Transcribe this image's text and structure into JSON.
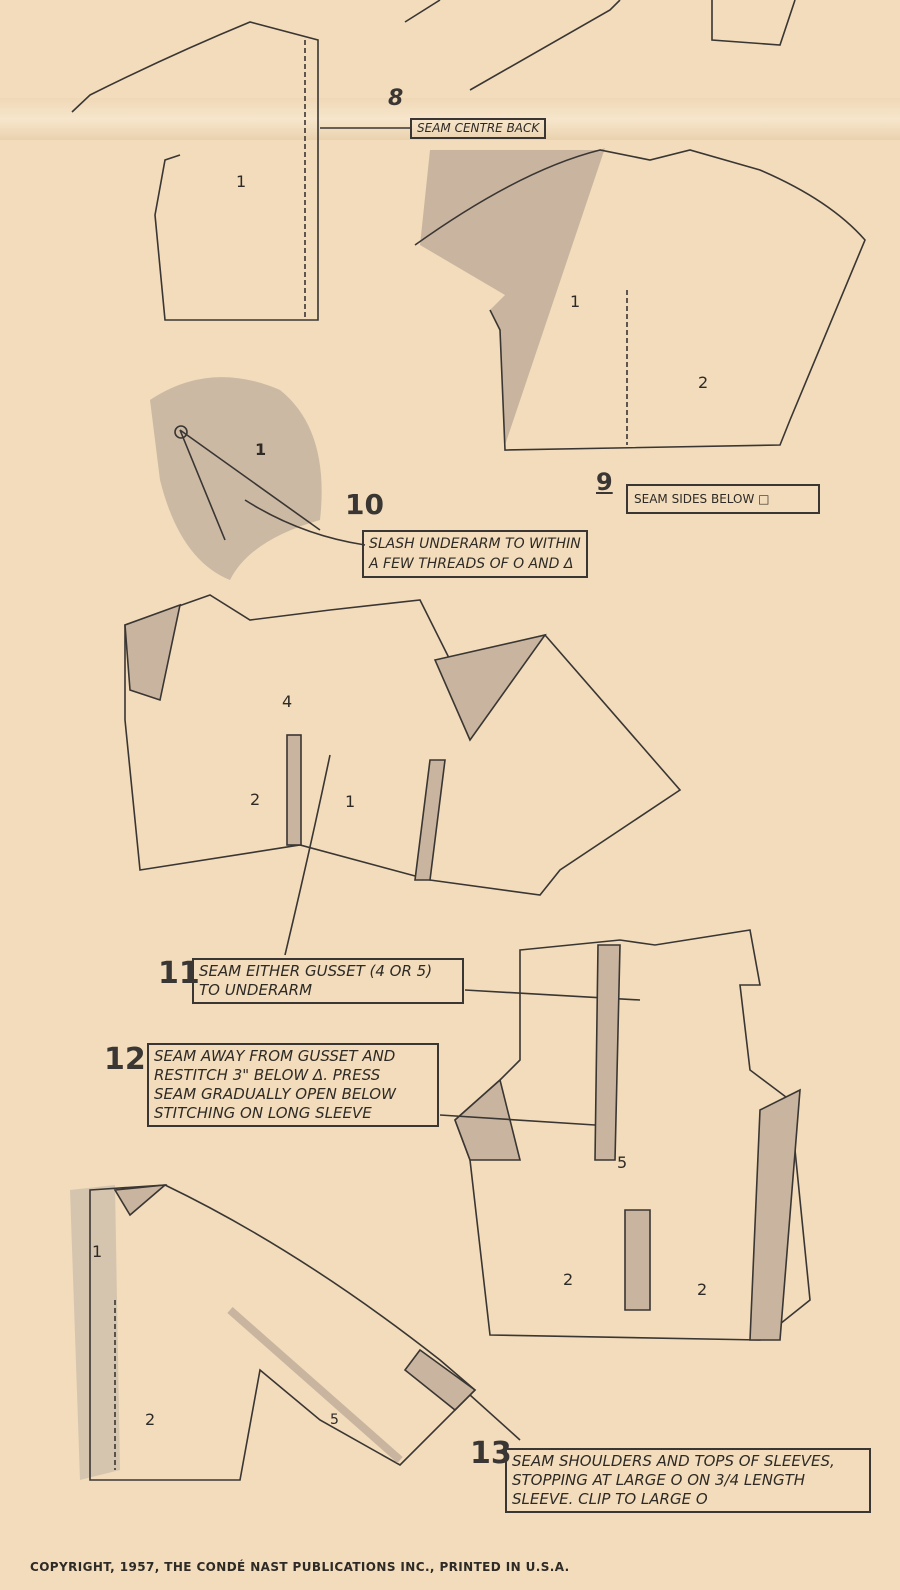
{
  "steps": [
    {
      "number": "8",
      "text": [
        "SEAM CENTRE BACK"
      ]
    },
    {
      "number": "9",
      "text": [
        "SEAM SIDES BELOW □"
      ]
    },
    {
      "number": "10",
      "text": [
        "SLASH UNDERARM TO WITHIN",
        "A FEW THREADS OF O AND Δ"
      ]
    },
    {
      "number": "11",
      "text": [
        "SEAM EITHER GUSSET (4 OR 5)",
        "TO UNDERARM"
      ]
    },
    {
      "number": "12",
      "text": [
        "SEAM AWAY FROM GUSSET AND",
        "RESTITCH 3\" BELOW Δ. PRESS",
        "SEAM GRADUALLY OPEN BELOW",
        "STITCHING ON LONG SLEEVE"
      ]
    },
    {
      "number": "13",
      "text": [
        "SEAM SHOULDERS AND TOPS OF SLEEVES,",
        "STOPPING AT LARGE O ON 3/4 LENGTH",
        "SLEEVE. CLIP TO LARGE O"
      ]
    }
  ],
  "piece_labels": [
    "1",
    "1",
    "2",
    "1",
    "2",
    "4",
    "1",
    "2",
    "5",
    "2",
    "2",
    "1",
    "2",
    "5"
  ],
  "copyright": "COPYRIGHT, 1957, THE CONDÉ NAST PUBLICATIONS INC., PRINTED IN U.S.A."
}
